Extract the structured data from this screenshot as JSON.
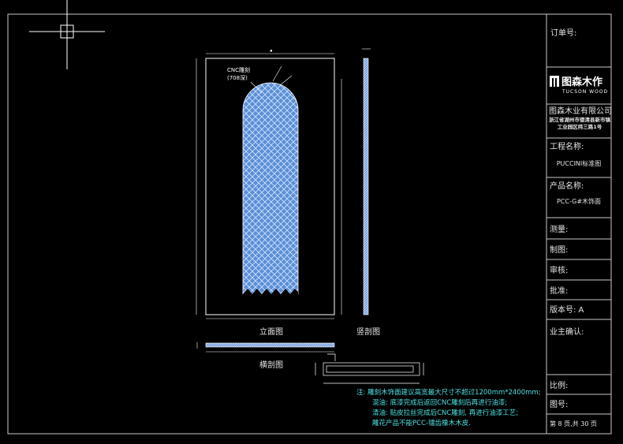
{
  "title_block": {
    "order_no": "订单号:",
    "logo": {
      "name": "图森木作",
      "sub": "TUCSON WOOD"
    },
    "company": "图森木业有限公司",
    "address": "浙江省湖州市德清县新市镇工业园区纬三路1号",
    "project_label": "工程名称:",
    "project_value": "PUCCINI标准图",
    "product_label": "产品名称:",
    "product_value": "PCC-G#木饰面",
    "survey": "测量:",
    "drawn": "制图:",
    "review": "审核:",
    "approve": "批准:",
    "version": "版本号: A",
    "owner": "业主确认:",
    "scale": "比例:",
    "drawing_no": "图号:",
    "page": "第 8 页,共 30 页"
  },
  "views": {
    "elevation": "立面图",
    "section_vertical": "竖剖图",
    "section_horizontal": "横剖图"
  },
  "annotation": {
    "cnc_line1": "CNC雕刻",
    "cnc_line2": "(708深)"
  },
  "notes": [
    "注: 雕刻木饰面建议高宽最大尺寸不超过1200mm*2400mm;",
    "混油: 底漆完成后返回CNC雕刻后再进行油漆;",
    "清油: 贴皮拉丝完成后CNC雕刻, 再进行油漆工艺;",
    "雕花产品不能PCC-镭齿橡木木皮."
  ],
  "colors": {
    "background": "#000000",
    "line": "#ffffff",
    "carving": "#5b8fd6",
    "note": "#4ee0e0",
    "frame_border": "#c9c9c9"
  }
}
